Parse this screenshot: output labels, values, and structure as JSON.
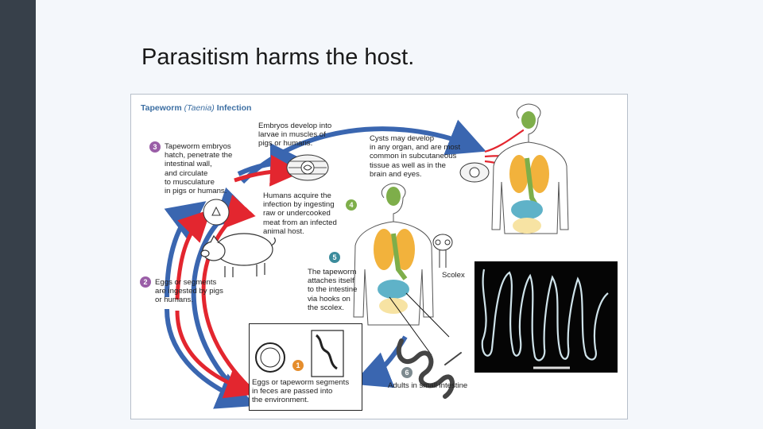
{
  "slide": {
    "title": "Parasitism harms the host."
  },
  "figure": {
    "title_prefix": "Tapeworm ",
    "title_italic": "(Taenia)",
    "title_suffix": " Infection",
    "steps": [
      {
        "number": "1",
        "color": "#e58d2c",
        "lines": [
          "Eggs or tapeworm segments",
          "in feces are passed into",
          "the environment."
        ]
      },
      {
        "number": "2",
        "color": "#9a5ea7",
        "lines": [
          "Eggs or segments",
          "are ingested by pigs",
          "or humans."
        ]
      },
      {
        "number": "3",
        "color": "#9a5ea7",
        "lines": [
          "Tapeworm embryos",
          "hatch, penetrate the",
          "intestinal wall,",
          "and circulate",
          "to musculature",
          "in pigs or humans."
        ]
      },
      {
        "number": "4",
        "color": "#7eae4a",
        "lines": [
          "Humans acquire the",
          "infection by ingesting",
          "raw or undercooked",
          "meat from an infected",
          "animal host."
        ]
      },
      {
        "number": "5",
        "color": "#3c8c9c",
        "lines": [
          "The tapeworm",
          "attaches itself",
          "to the intestine",
          "via hooks on",
          "the scolex."
        ]
      },
      {
        "number": "6",
        "color": "#7d8a8f",
        "lines": [
          "Adults in small intestine"
        ]
      }
    ],
    "embryos_caption": [
      "Embryos develop into",
      "larvae in muscles of",
      "pigs or humans."
    ],
    "cysts_caption": [
      "Cysts may develop",
      "in any organ, and are most",
      "common in subcutaneous",
      "tissue as well as in the",
      "brain and eyes."
    ],
    "scolex_label": "Scolex",
    "colors": {
      "arrow_blue": "#3a66b0",
      "arrow_red": "#e3262f",
      "lung_orange": "#f2b23c",
      "organ_green": "#7eae4a",
      "intestine_blue": "#5fb2c8",
      "body_outline": "#555555"
    }
  }
}
